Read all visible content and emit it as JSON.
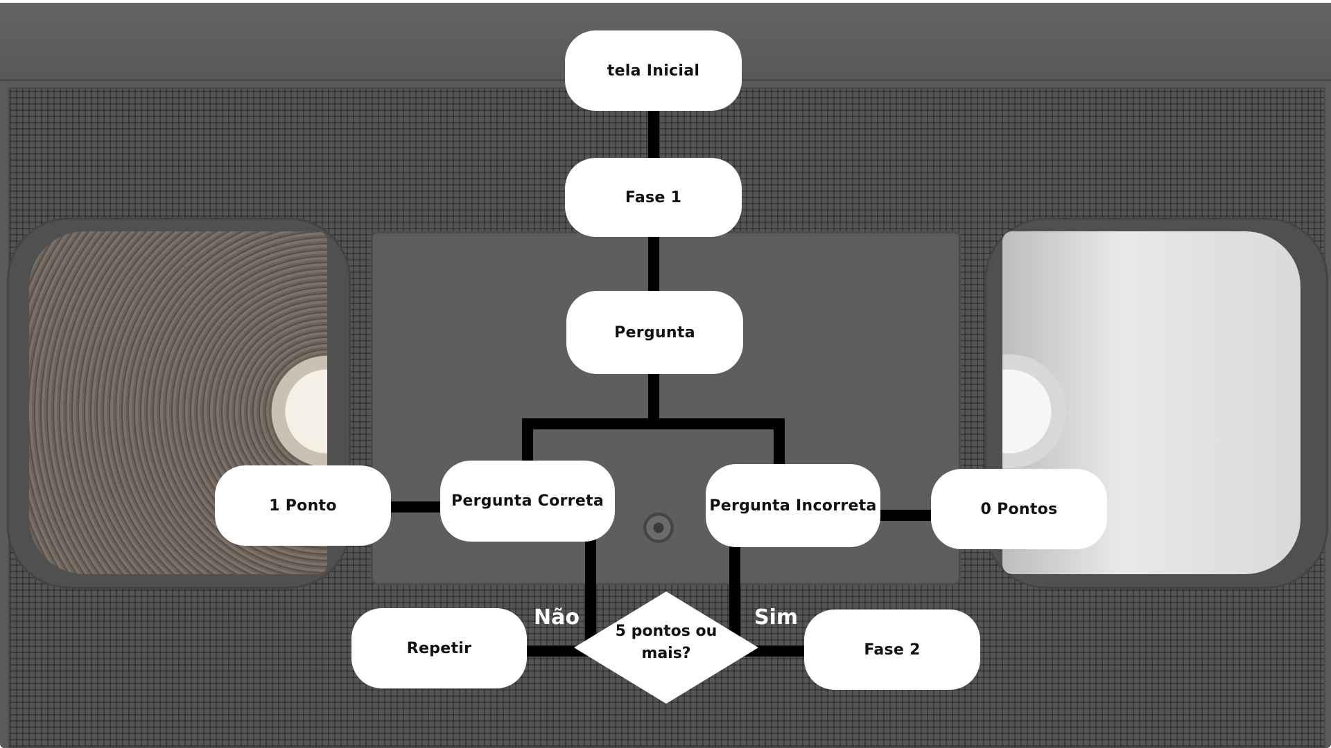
{
  "diagram": {
    "nodes": {
      "tela_inicial": "tela Inicial",
      "fase_1": "Fase 1",
      "pergunta": "Pergunta",
      "pergunta_correta": "Pergunta Correta",
      "pergunta_incorreta": "Pergunta Incorreta",
      "um_ponto": "1 Ponto",
      "zero_pontos": "0 Pontos",
      "decisao": "5 pontos ou mais?",
      "repetir": "Repetir",
      "fase_2": "Fase 2"
    },
    "edge_labels": {
      "nao": "Não",
      "sim": "Sim"
    },
    "colors": {
      "node_fill": "#ffffff",
      "connector": "#000000",
      "edge_label_text": "#ffffff",
      "background_cassette": "#5a5a5a"
    }
  }
}
